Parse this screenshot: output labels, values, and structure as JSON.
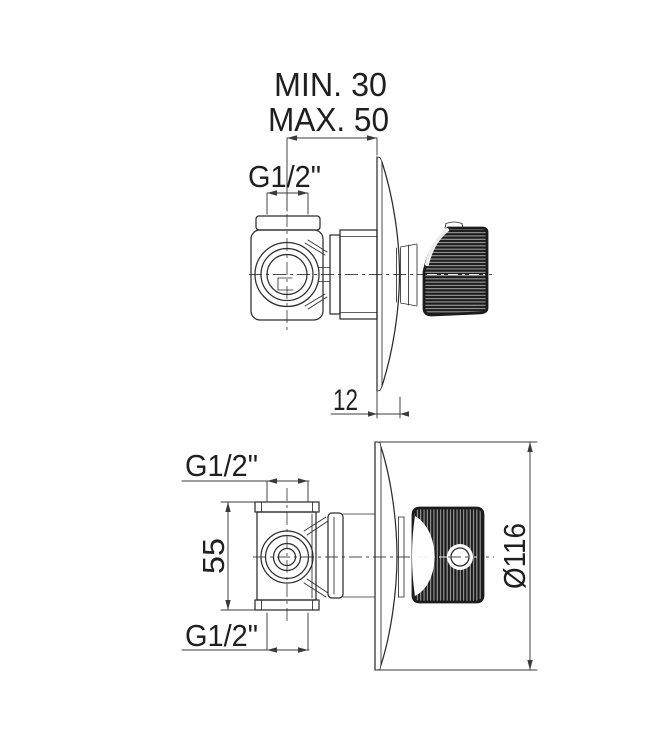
{
  "labels": {
    "min_depth": "MIN. 30",
    "max_depth": "MAX. 50",
    "top_thread": "G1/2\"",
    "plate_thickness": "12",
    "inlet_thread": "G1/2\"",
    "port_spacing": "55",
    "outlet_thread": "G1/2\"",
    "plate_diameter": "Ø116"
  },
  "colors": {
    "line": "#2d2d2d",
    "dim": "#3a3a3a",
    "text": "#1f1f1f",
    "knob": "#1c1c1c",
    "knurl": "#bababa",
    "background": "#ffffff"
  }
}
